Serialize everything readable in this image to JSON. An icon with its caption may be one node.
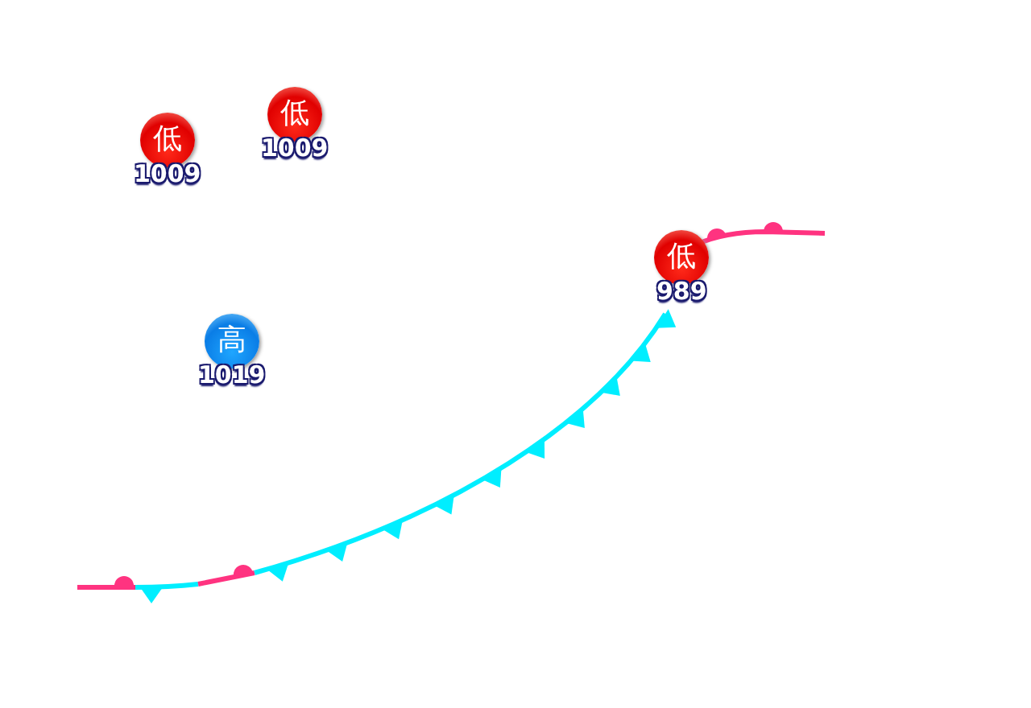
{
  "diagram": {
    "nodes": [
      {
        "text": [
          "低"
        ],
        "beside": [
          "1009"
        ]
      },
      {
        "text": [
          "低"
        ],
        "beside": [
          "1009"
        ]
      },
      {
        "text": [
          "高"
        ],
        "beside": [
          "1019"
        ]
      },
      {
        "text": [
          "低"
        ],
        "beside": [
          "989"
        ]
      }
    ]
  }
}
